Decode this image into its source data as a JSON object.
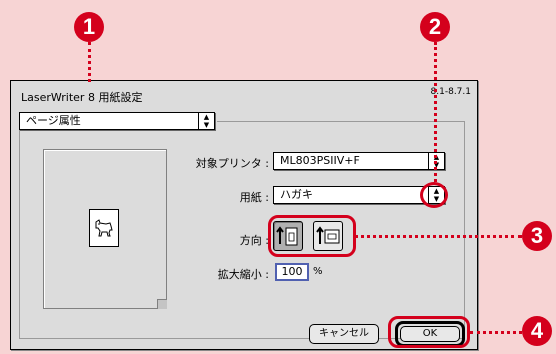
{
  "callouts": [
    "1",
    "2",
    "3",
    "4"
  ],
  "window": {
    "title": "LaserWriter 8 用紙設定",
    "version": "8.1-8.7.1"
  },
  "section_popup": {
    "value": "ページ属性"
  },
  "fields": {
    "printer_label": "対象プリンタ :",
    "printer_value": "ML803PSIIV+F",
    "paper_label": "用紙 :",
    "paper_value": "ハガキ",
    "orientation_label": "方向 :",
    "scale_label": "拡大縮小 :",
    "scale_value": "100",
    "scale_unit": "%"
  },
  "buttons": {
    "cancel": "キャンセル",
    "ok": "OK"
  },
  "colors": {
    "background": "#f7d4d4",
    "callout": "#d4001c",
    "window": "#dcdcdc"
  },
  "icons": [
    "up-down-arrows-icon",
    "dog-icon",
    "portrait-orientation-icon",
    "landscape-orientation-icon"
  ]
}
